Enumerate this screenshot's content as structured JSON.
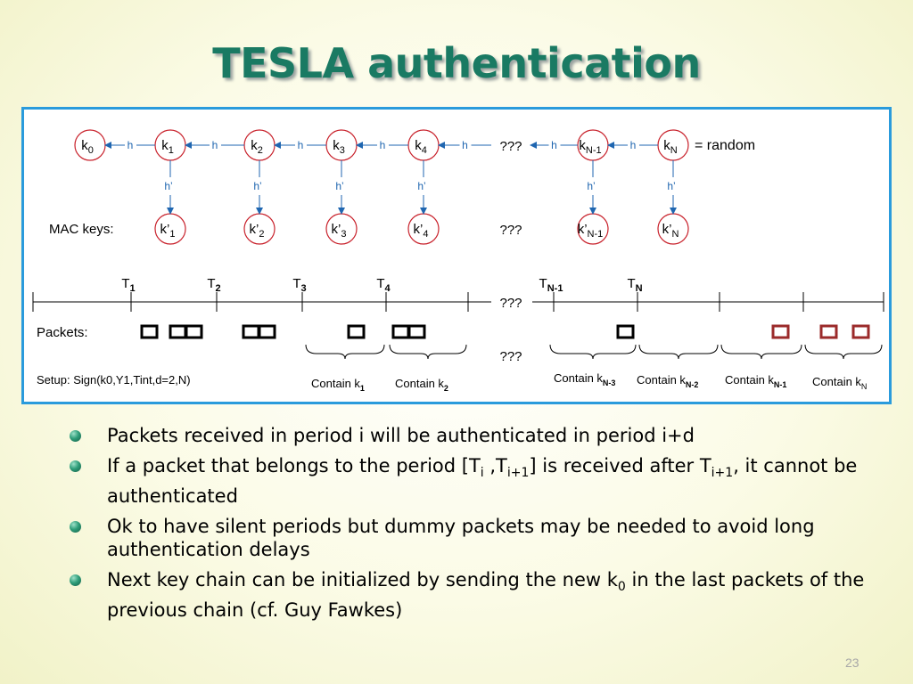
{
  "slide": {
    "title": "TESLA authentication",
    "page_number": "23"
  },
  "diagram": {
    "key_chain": [
      {
        "base": "k",
        "sub": "0"
      },
      {
        "base": "k",
        "sub": "1"
      },
      {
        "base": "k",
        "sub": "2"
      },
      {
        "base": "k",
        "sub": "3"
      },
      {
        "base": "k",
        "sub": "4"
      },
      {
        "base": "k",
        "sub": "N-1"
      },
      {
        "base": "k",
        "sub": "N"
      }
    ],
    "hash_label": "h",
    "mac_hash_label": "h’",
    "random_label": "= random",
    "unknown_label": "???",
    "mac_keys_label": "MAC keys:",
    "mac_keys": [
      {
        "base": "k’",
        "sub": "1"
      },
      {
        "base": "k’",
        "sub": "2"
      },
      {
        "base": "k’",
        "sub": "3"
      },
      {
        "base": "k’",
        "sub": "4"
      },
      {
        "base": "k’",
        "sub": "N-1"
      },
      {
        "base": "k’",
        "sub": "N"
      }
    ],
    "intervals": [
      {
        "base": "T",
        "sub": "1"
      },
      {
        "base": "T",
        "sub": "2"
      },
      {
        "base": "T",
        "sub": "3"
      },
      {
        "base": "T",
        "sub": "4"
      },
      {
        "base": "T",
        "sub": "N-1"
      },
      {
        "base": "T",
        "sub": "N"
      }
    ],
    "packets_label": "Packets:",
    "setup_label": "Setup: Sign(k0,Y1,Tint,d=2,N)",
    "contain_labels": [
      {
        "text": "Contain k",
        "sub": "1"
      },
      {
        "text": "Contain k",
        "sub": "2"
      },
      {
        "text": "Contain k",
        "sub": "N-3"
      },
      {
        "text": "Contain k",
        "sub": "N-2"
      },
      {
        "text": "Contain k",
        "sub": "N-1"
      },
      {
        "text": "Contain k",
        "sub": "N"
      }
    ],
    "colors": {
      "node_border": "#c8202a",
      "arrow": "#1f66b0",
      "packet_normal": "#000000",
      "packet_dummy": "#9b2a2a",
      "frame": "#2a9bdc"
    }
  },
  "bullets": [
    {
      "parts": [
        {
          "t": "Packets received in period i will be authenticated in period i+d"
        }
      ]
    },
    {
      "parts": [
        {
          "t": "If a packet that belongs to the period [T"
        },
        {
          "sub": "i"
        },
        {
          "t": " ,T"
        },
        {
          "sub": "i+1"
        },
        {
          "t": "] is received after T"
        },
        {
          "sub": "i+1"
        },
        {
          "t": ", it cannot be authenticated"
        }
      ]
    },
    {
      "parts": [
        {
          "t": "Ok to have silent periods but dummy packets may be needed to avoid long authentication delays"
        }
      ]
    },
    {
      "parts": [
        {
          "t": "Next key chain can be initialized by sending the new k"
        },
        {
          "sub": "0"
        },
        {
          "t": " in the last packets of the previous chain (cf. Guy Fawkes)"
        }
      ]
    }
  ]
}
